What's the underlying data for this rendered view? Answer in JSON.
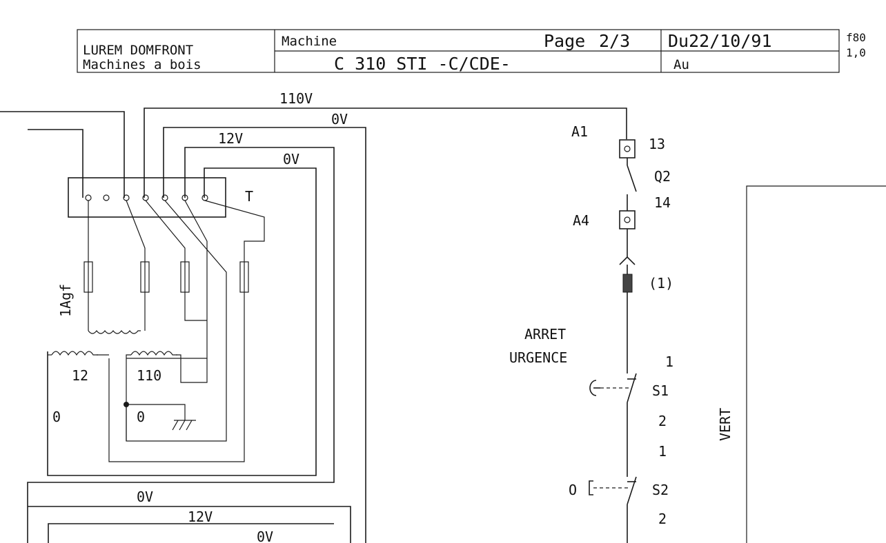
{
  "title_block": {
    "company": "LUREM DOMFRONT",
    "subtitle": "Machines a bois",
    "machine_label": "Machine",
    "page_label": "Page",
    "page_value": "2/3",
    "machine_name": "C 310 STI -C/CDE-",
    "date_from": "Du22/10/91",
    "date_to": "Au",
    "ref": "f80",
    "version": "1,0"
  },
  "supply": {
    "line_110v": "110V",
    "line_0v_a": "0V",
    "line_12v": "12V",
    "line_0v_b": "0V",
    "terminal_label": "T",
    "bottom_0v_a": "0V",
    "bottom_12v": "12V",
    "bottom_0v_b": "0V"
  },
  "transformer": {
    "fuse_rating": "1Agf",
    "coil_12": "12",
    "coil_110": "110",
    "coil_0_left": "0",
    "coil_0_right": "0"
  },
  "control": {
    "a1": "A1",
    "t13": "13",
    "q2": "Q2",
    "t14": "14",
    "a4": "A4",
    "note_1": "(1)",
    "estop_line1": "ARRET",
    "estop_line2": "URGENCE",
    "s1_top": "1",
    "s1": "S1",
    "s1_bottom": "2",
    "s2_top": "1",
    "s2": "S2",
    "s2_bottom": "2",
    "o_label": "O",
    "vert": "VERT"
  }
}
